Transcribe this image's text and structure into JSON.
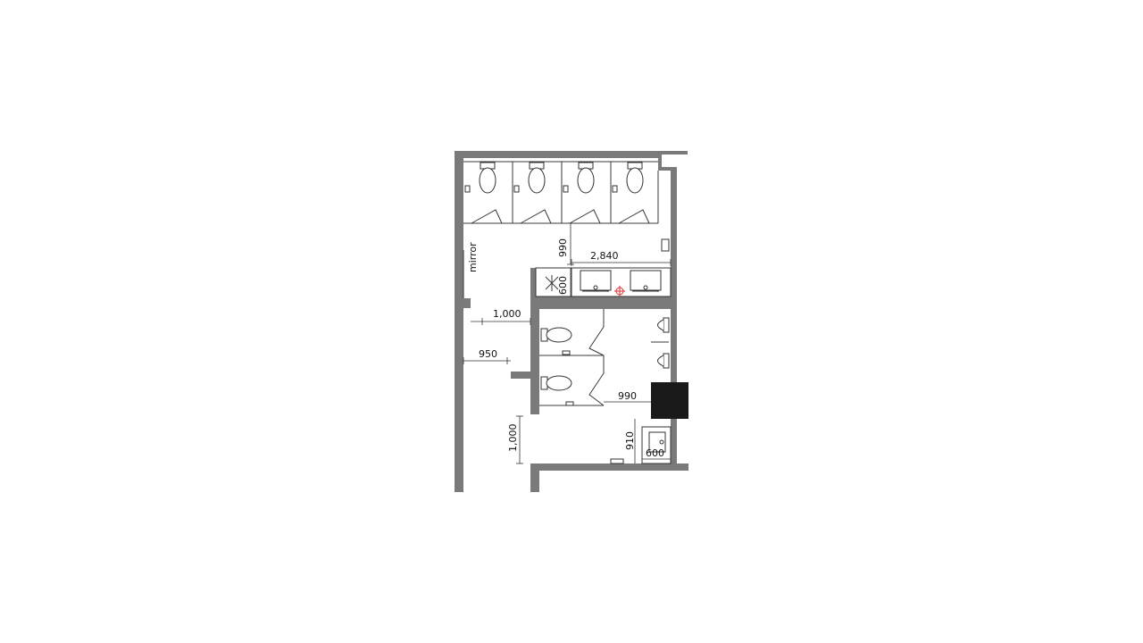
{
  "labels": {
    "mirror": "mirror"
  },
  "dimensions": {
    "stall_clearance": "990",
    "vanity_length": "2,840",
    "vanity_depth": "600",
    "corridor_width_upper": "1,000",
    "corridor_width_mid": "950",
    "accessible_clearance": "990",
    "corridor_width_lower": "1,000",
    "sink_clearance": "910",
    "sink_depth": "600"
  },
  "colors": {
    "wall": "#7a7a7a",
    "column": "#1a1a1a",
    "marker": "#e03030"
  },
  "icons": {
    "toilet": "toilet-icon",
    "urinal": "urinal-icon",
    "sink": "sink-icon",
    "marker": "crosshair-icon"
  }
}
